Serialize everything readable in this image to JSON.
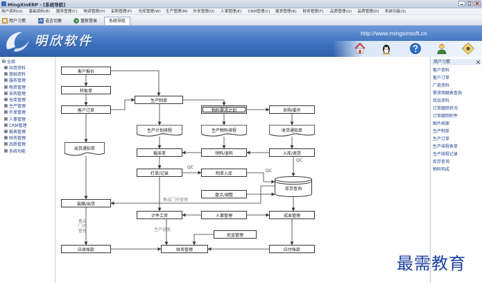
{
  "window": {
    "title": "MingXinERP - [系统导航]"
  },
  "menu": [
    "用户资料(U)",
    "基础资料(B)",
    "服务管理(C)",
    "物资管理(H)",
    "采购管理(P)",
    "仓库管理(W)",
    "生产管理(M)",
    "外发管理(O)",
    "人事管理(E)",
    "CRM管理(C)",
    "报表管理(R)",
    "财务管理(F)",
    "品质管理(Q)",
    "品质管理(D)",
    "系统功能(S)"
  ],
  "toolbar": {
    "buttons": [
      {
        "label": "用户习惯",
        "icon": "user-habit-icon"
      },
      {
        "label": "语言切换",
        "icon": "language-icon"
      },
      {
        "label": "重新登录",
        "icon": "relogin-icon"
      }
    ],
    "active_tab": "系统导航"
  },
  "banner": {
    "logo_text": "明欣软件",
    "url": "http://www.mingxinsoft.cn",
    "icons": [
      "home-icon",
      "qq-icon",
      "help-icon",
      "user-icon",
      "tool-icon"
    ]
  },
  "tree": {
    "root": "全部",
    "items": [
      "共用资料",
      "基础资料",
      "服务管理",
      "物资管理",
      "采购管理",
      "仓库管理",
      "生产管理",
      "外发管理",
      "人事管理",
      "CRM管理",
      "报表管理",
      "财务管理",
      "品质管理",
      "系统功能"
    ]
  },
  "right_panel": {
    "title": "用户习惯",
    "items": [
      "客户资料",
      "客户订单",
      "厂商资料",
      "需求明细表查询",
      "货品资料",
      "订单跟踪状况",
      "订单跟踪附件",
      "图片档案",
      "生产制单",
      "生产订单",
      "生产排程表单",
      "生产排程记录",
      "库存查询",
      "物料构成"
    ]
  },
  "flow": {
    "nodes": {
      "quote": "客户报价",
      "sample": "样板单",
      "order": "客户订单",
      "ship_notice": "出货通知单",
      "packing": "装箱/出货",
      "receivable": "应收账款",
      "prod_order": "生产制单",
      "prod_plan": "生产计划排程",
      "cutting": "裁床单",
      "print_record": "打单/记录",
      "piece_wage": "计件工资",
      "finance": "财务管理",
      "mrp": "物料需求计划",
      "material_schedule": "生产物料排程",
      "picking": "领料/退料",
      "order_stock_in": "制单入库",
      "stocktake": "盘点/调整",
      "hr": "人事管理",
      "cash": "现金管理",
      "purchase": "采购/委外",
      "receive_notice": "收货通知单",
      "warehouse_in": "入库/退货",
      "inventory": "库存查询",
      "cost": "成本管理",
      "payable": "应付账款"
    },
    "labels": {
      "qc": "QC",
      "store_integration": "集成门市管理",
      "store_integration_vertical": "集成门市管理",
      "progress": "生产进度"
    }
  },
  "watermark": "最需教育",
  "colors": {
    "banner": "#3f73bf",
    "tree_text": "#1f3f8f",
    "node_border": "#333333",
    "watermark": "#1c3fa3"
  }
}
